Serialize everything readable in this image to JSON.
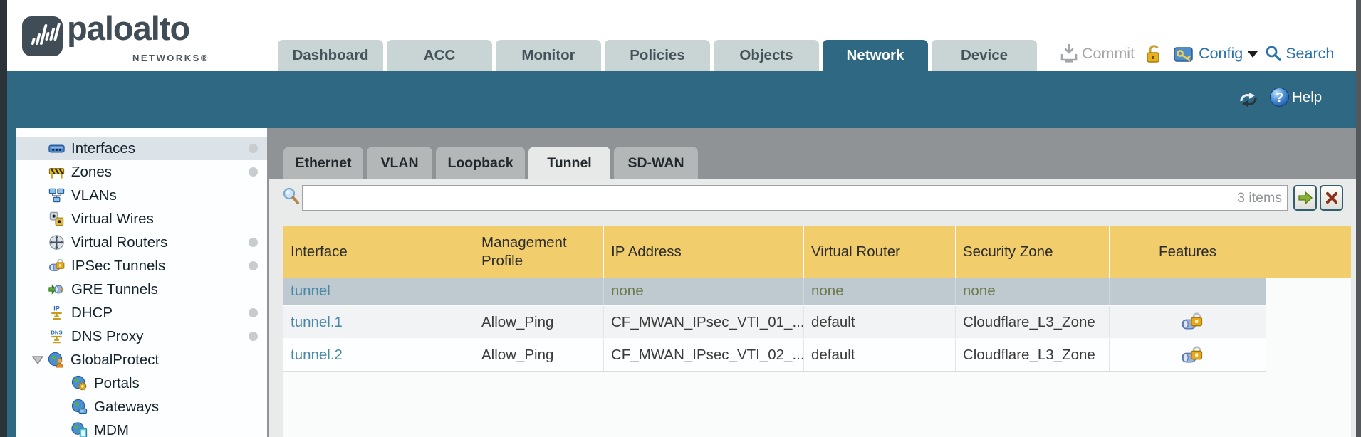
{
  "brand": {
    "name": "paloalto",
    "sub": "NETWORKS®"
  },
  "main_nav": {
    "tabs": [
      {
        "label": "Dashboard",
        "active": false
      },
      {
        "label": "ACC",
        "active": false
      },
      {
        "label": "Monitor",
        "active": false
      },
      {
        "label": "Policies",
        "active": false
      },
      {
        "label": "Objects",
        "active": false
      },
      {
        "label": "Network",
        "active": true
      },
      {
        "label": "Device",
        "active": false
      }
    ]
  },
  "header_actions": {
    "commit": "Commit",
    "config": "Config",
    "search": "Search"
  },
  "statusbar": {
    "help": "Help"
  },
  "sidebar": {
    "items": [
      {
        "label": "Interfaces",
        "icon": "interfaces-icon",
        "selected": true,
        "dot": true
      },
      {
        "label": "Zones",
        "icon": "zones-icon",
        "dot": true
      },
      {
        "label": "VLANs",
        "icon": "vlans-icon"
      },
      {
        "label": "Virtual Wires",
        "icon": "virtual-wires-icon"
      },
      {
        "label": "Virtual Routers",
        "icon": "virtual-routers-icon",
        "dot": true
      },
      {
        "label": "IPSec Tunnels",
        "icon": "ipsec-tunnels-icon",
        "dot": true
      },
      {
        "label": "GRE Tunnels",
        "icon": "gre-tunnels-icon"
      },
      {
        "label": "DHCP",
        "icon": "dhcp-icon",
        "dot": true
      },
      {
        "label": "DNS Proxy",
        "icon": "dns-proxy-icon",
        "dot": true
      },
      {
        "label": "GlobalProtect",
        "icon": "globalprotect-icon",
        "expanded": true
      },
      {
        "label": "Portals",
        "icon": "portals-icon",
        "indent": true
      },
      {
        "label": "Gateways",
        "icon": "gateways-icon",
        "indent": true
      },
      {
        "label": "MDM",
        "icon": "mdm-icon",
        "indent": true
      }
    ]
  },
  "subtabs": [
    {
      "label": "Ethernet",
      "active": false
    },
    {
      "label": "VLAN",
      "active": false
    },
    {
      "label": "Loopback",
      "active": false
    },
    {
      "label": "Tunnel",
      "active": true
    },
    {
      "label": "SD-WAN",
      "active": false
    }
  ],
  "filter": {
    "value": "",
    "items_count": "3 items"
  },
  "table": {
    "columns": [
      "Interface",
      "Management Profile",
      "IP Address",
      "Virtual Router",
      "Security Zone",
      "Features"
    ],
    "rows": [
      {
        "interface": "tunnel",
        "management_profile": "",
        "ip_address": "none",
        "virtual_router": "none",
        "security_zone": "none",
        "features_lock": false,
        "selected": true
      },
      {
        "interface": "tunnel.1",
        "management_profile": "Allow_Ping",
        "ip_address": "CF_MWAN_IPsec_VTI_01_...",
        "virtual_router": "default",
        "security_zone": "Cloudflare_L3_Zone",
        "features_lock": true,
        "selected": false
      },
      {
        "interface": "tunnel.2",
        "management_profile": "Allow_Ping",
        "ip_address": "CF_MWAN_IPsec_VTI_02_...",
        "virtual_router": "default",
        "security_zone": "Cloudflare_L3_Zone",
        "features_lock": true,
        "selected": false
      }
    ]
  },
  "icons": {
    "filter": "magnifier",
    "commit": "stamp-arrow",
    "unlock": "open-padlock",
    "config": "blue-tools",
    "search": "magnifier",
    "help": "question-ball",
    "refresh": "circular-arrows",
    "features": "tunnel-with-lock"
  },
  "colors": {
    "accent_teal": "#2e6883",
    "header_yellow": "#f2cd6b",
    "selected_row": "#becacf",
    "link_blue": "#4a87a6",
    "none_olive": "#6f7a4d",
    "tab_gray": "#c9d5d5"
  }
}
